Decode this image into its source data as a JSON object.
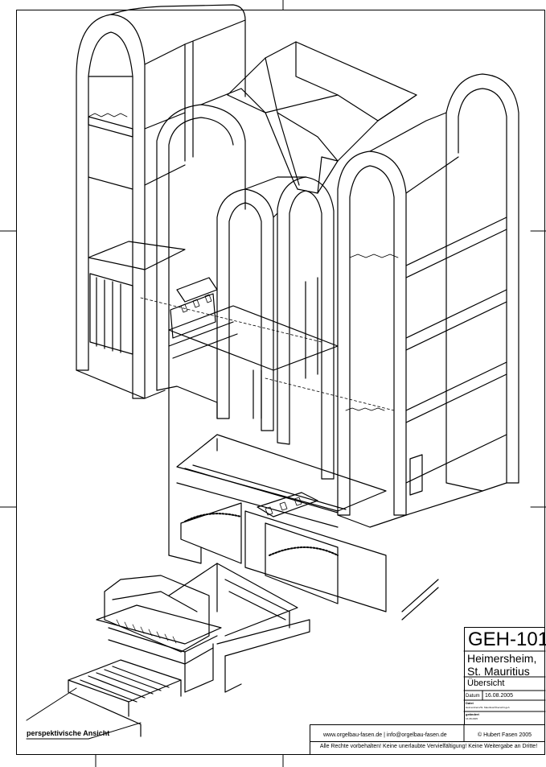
{
  "title_block": {
    "drawing_code": "GEH-101",
    "place_line1": "Heimersheim,",
    "place_line2": "St. Mauritius",
    "sheet_title": "Übersicht",
    "date_label": "Datum",
    "date_value": "16.08.2005",
    "file_label": "Datei",
    "file_value": "Heimersheim/St. Mauritius/Übersicht.geh",
    "status_label": "geändert",
    "status_value": "16.08.2005",
    "copyright": "© Hubert Fasen 2005",
    "web": "www.orgelbau-fasen.de | info@orgelbau-fasen.de",
    "rights": "Alle Rechte vorbehalten! Keine unerlaubte Vervielfältigung! Keine Weitergabe an Dritte!"
  },
  "caption": "perspektivische Ansicht"
}
